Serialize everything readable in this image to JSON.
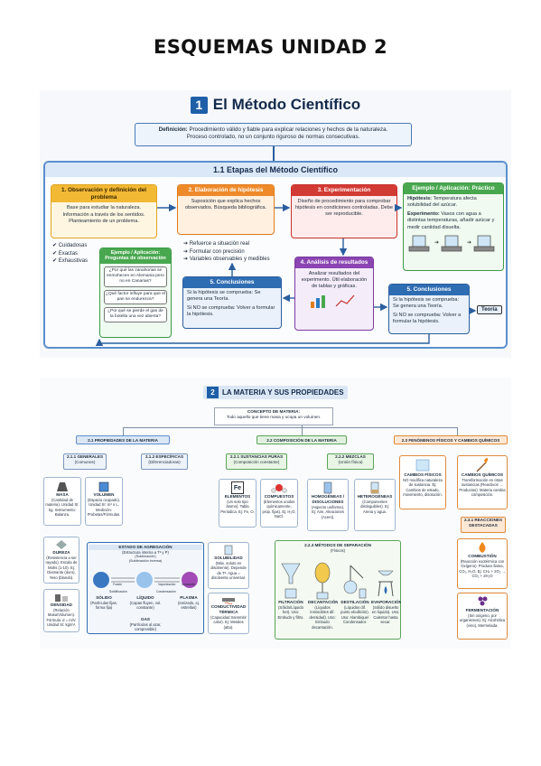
{
  "title": "ESQUEMAS UNIDAD 2",
  "section1": {
    "number": "1",
    "title": "El Método Científico",
    "definition_label": "Definición:",
    "definition_text": "Procedimiento válido y fiable para explicar relaciones y hechos de la naturaleza.",
    "definition_text2": "Proceso controlado, no un conjunto riguroso de normas consecutivas.",
    "etapas_title": "1.1 Etapas del Método Científico",
    "step1": {
      "title": "1. Observación y definición del problema",
      "body": "Base para estudiar la naturaleza. Información a través de los sentidos. Planteamiento de un problema."
    },
    "checks": [
      "Cuidadosas",
      "Exactas",
      "Exhaustivas"
    ],
    "example": {
      "title": "Ejemplo / Aplicación: Preguntas de observación",
      "q1": "¿Por qué las zanahorias se enmohecen en Alemania pero no en Canarias?",
      "q2": "¿Qué factor influye para que el pan se endurezca?",
      "q3": "¿Por qué se pierde el gas de la botella una vez abierta?"
    },
    "step2": {
      "title": "2. Elaboración de hipótesis",
      "body": "Suposición que explica hechos observados. Búsqueda bibliográfica."
    },
    "hyp_list": [
      "Refuerce a situación real",
      "Formular con precisión",
      "Variables observables y medibles"
    ],
    "step3": {
      "title": "3. Experimentación",
      "body": "Diseño de procedimiento para comprobar hipótesis en condiciones controladas. Debe ser reproducible."
    },
    "practice": {
      "title": "Ejemplo / Aplicación: Práctico",
      "hyp_label": "Hipótesis:",
      "hyp": "Temperatura afecta solubilidad del azúcar.",
      "exp_label": "Experimento:",
      "exp": "Vasos con agua a distintas temperaturas, añadir azúcar y medir cantidad disuelta."
    },
    "step4": {
      "title": "4. Análisis de resultados",
      "body": "Analizar resultados del experimento. Útil elaboración de tablas y gráficas."
    },
    "conc_left": {
      "title": "5. Conclusiones",
      "l1": "Si la hipótesis se comprueba: Se genera una Teoría.",
      "l2": "Si NO se comprueba: Volver a formular la hipótesis."
    },
    "conc_right": {
      "title": "5. Conclusiones",
      "l1": "Si la hipótesis se comprueba: Se genera una Teoría.",
      "l2": "Si NO se comprueba: Volver a formular la hipótesis."
    },
    "teoria": "Teoría"
  },
  "section2": {
    "number": "2",
    "title": "LA MATERIA Y SUS PROPIEDADES",
    "concept_title": "CONCEPTO DE MATERIA:",
    "concept_text": "Todo aquello que tiene masa y ocupa un volumen.",
    "cat1": "2.1 PROPIEDADES DE LA MATERIA",
    "cat2": "2.2 COMPOSICIÓN DE LA MATERIA",
    "cat3": "2.3 FENÓMENOS FÍSICOS Y CAMBIOS QUÍMICOS",
    "gen": "2.1.1 GENERALES",
    "gen_sub": "(Comunes)",
    "esp": "2.1.2 ESPECÍFICAS",
    "esp_sub": "(Diferenciadoras)",
    "masa": {
      "t": "MASA",
      "d": "(Cantidad de materia). Unidad SI: kg. Instrumento: Balanza."
    },
    "volumen": {
      "t": "VOLUMEN",
      "d": "(Espacio ocupado). Unidad SI: m³ o L. Medición: Probetas/Fórmulas."
    },
    "dureza": {
      "t": "DUREZA",
      "d": "(Resistencia a ser rayado). Escala de Mohs (1-10). Ej: Diamante (duro), Yeso (blando)."
    },
    "densidad": {
      "t": "DENSIDAD",
      "d": "(Relación Masa/Volumen). Fórmula: d = m/V. Unidad SI: kg/m³."
    },
    "estado": {
      "t": "ESTADO DE AGREGACIÓN",
      "s": "(Estructura interna a Tª y P)",
      "sub": "(Sublimación)",
      "subinv": "(Sublimación inversa)",
      "solido": "SÓLIDO",
      "solido_d": "(Partículas fijas, forma fija)",
      "liquido": "LÍQUIDO",
      "liquido_d": "(Capas fluyen, vol. constante)",
      "plasma": "PLASMA",
      "plasma_d": "(Ionizado, ej. estrellas)",
      "gas": "GAS",
      "gas_d": "(Partículas al azar, compresible)",
      "fusion": "Fusión",
      "solid": "Solidificación",
      "vapor": "Vaporización",
      "cond": "Condensación",
      "ioniz": "Ionización"
    },
    "solubilidad": {
      "t": "SOLUBILIDAD",
      "d": "(Máx. soluto en disolvente). Depende de Tª. Agua = disolvente universal."
    },
    "conductividad": {
      "t": "CONDUCTIVIDAD TÉRMICA",
      "d": "(Capacidad transmitir calor). Ej: Metales (alta)."
    },
    "sust": "2.2.1 SUSTANCIAS PURAS",
    "sust_sub": "(Composición constante)",
    "mezc": "2.2.2 MEZCLAS",
    "mezc_sub": "(Unión física)",
    "elementos": {
      "t": "ELEMENTOS",
      "d": "(Un solo tipo átomo). Tabla Periódica. Ej: Fe, O.",
      "sym": "Fe"
    },
    "compuestos": {
      "t": "COMPUESTOS",
      "d": "(Elementos unidos químicamente, prop. fijas). Ej: H₂O, NaCl."
    },
    "homog": {
      "t": "HOMOGÉNEAS / DISOLUCIONES",
      "d": "(Aspecto uniforme). Ej: Aire, Aleaciones (Acero)."
    },
    "heterog": {
      "t": "HETEROGÉNEAS",
      "d": "(Componentes distinguibles). Ej: Arena y agua."
    },
    "sep": "2.2.3 MÉTODOS DE SEPARACIÓN",
    "sep_sub": "(Físicos)",
    "filtracion": {
      "t": "FILTRACIÓN",
      "d": "(Sólido/Líquido het). Uso: Embudo y filtro."
    },
    "decantacion": {
      "t": "DECANTACIÓN",
      "d": "(Líquidos inmiscibles dif. densidad). Uso: Embudo decantación."
    },
    "destilacion": {
      "t": "DESTILACIÓN",
      "d": "(Líquidos dif. punto ebullición). Uso: Alambique/ Condensador."
    },
    "evaporacion": {
      "t": "EVAPORACIÓN",
      "d": "(Sólido disuelto en líquido). Uso: Calentar hasta secar."
    },
    "cfisicos": {
      "t": "CAMBIOS FÍSICOS",
      "d": "NO modifica naturaleza de sustancia. Ej: Cambios de estado, movimiento, disolución."
    },
    "cquimicos": {
      "t": "CAMBIOS QUÍMICOS",
      "d": "Transformación en otras sustancias (Reactivos → Productos). Materia cambia composición."
    },
    "reac": "2.3.1 REACCIONES DESTACADAS",
    "combustion": {
      "t": "COMBUSTIÓN",
      "d": "(Reacción exotérmica con Oxígeno). Produce llama, CO₂, H₂O. Ej: CH₄ + 2O₂ → CO₂ + 2H₂O"
    },
    "fermentacion": {
      "t": "FERMENTACIÓN",
      "d": "(Sin oxígeno, por organismos). Ej: Alcohólica (vino), Mermelada."
    }
  }
}
